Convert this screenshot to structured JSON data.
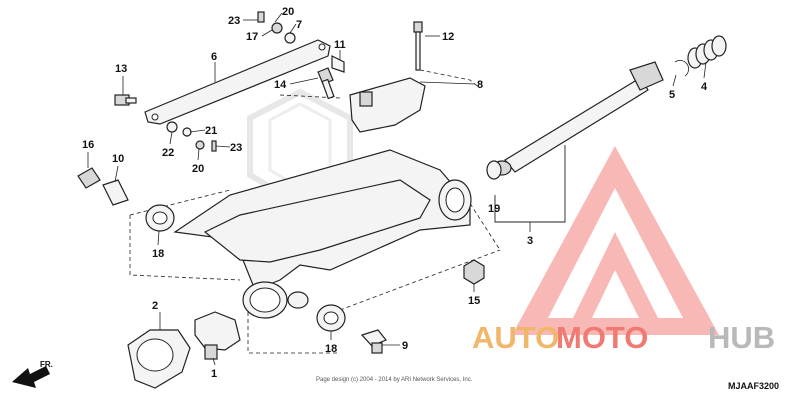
{
  "callouts": [
    {
      "id": "c23a",
      "text": "23"
    },
    {
      "id": "c20a",
      "text": "20"
    },
    {
      "id": "c17",
      "text": "17"
    },
    {
      "id": "c7",
      "text": "7"
    },
    {
      "id": "c11",
      "text": "11"
    },
    {
      "id": "c12",
      "text": "12"
    },
    {
      "id": "c13",
      "text": "13"
    },
    {
      "id": "c6",
      "text": "6"
    },
    {
      "id": "c14",
      "text": "14"
    },
    {
      "id": "c8",
      "text": "8"
    },
    {
      "id": "c5",
      "text": "5"
    },
    {
      "id": "c4",
      "text": "4"
    },
    {
      "id": "c21",
      "text": "21"
    },
    {
      "id": "c22",
      "text": "22"
    },
    {
      "id": "c23b",
      "text": "23"
    },
    {
      "id": "c20b",
      "text": "20"
    },
    {
      "id": "c16",
      "text": "16"
    },
    {
      "id": "c10",
      "text": "10"
    },
    {
      "id": "c18a",
      "text": "18"
    },
    {
      "id": "c19",
      "text": "19"
    },
    {
      "id": "c3",
      "text": "3"
    },
    {
      "id": "c15",
      "text": "15"
    },
    {
      "id": "c2",
      "text": "2"
    },
    {
      "id": "c1",
      "text": "1"
    },
    {
      "id": "c18b",
      "text": "18"
    },
    {
      "id": "c9",
      "text": "9"
    }
  ],
  "watermark": {
    "brand_part1": "AUTO",
    "brand_part2": "MOTO",
    "brand_part3": "HUB",
    "colors": {
      "triangle": "#f37f7a",
      "auto": "#f0b66a",
      "moto": "#f07a72",
      "hub": "#b9b9b9"
    }
  },
  "direction_label": "FR.",
  "copyright": "Page design (c) 2004 - 2014 by ARI Network Services, Inc.",
  "diagram_code": "MJAAF3200"
}
